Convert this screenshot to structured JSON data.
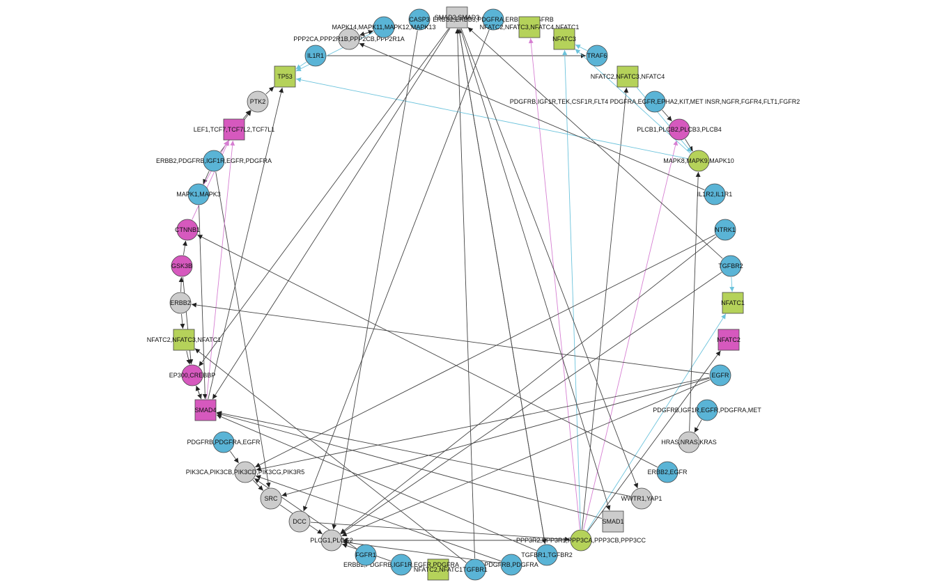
{
  "colors": {
    "blue": "#5ab4d6",
    "green": "#b5d25a",
    "magenta": "#d659be",
    "gray": "#cccccc",
    "edge_dark": "#444444",
    "edge_blue": "#6cc3dc",
    "edge_pink": "#d67fd2",
    "stroke": "#444444"
  },
  "nodes": [
    {
      "id": "casp3",
      "label": "CASP3",
      "shape": "circle",
      "color": "blue"
    },
    {
      "id": "smad23",
      "label": "SMAD2,SMAD3",
      "shape": "square",
      "color": "gray"
    },
    {
      "id": "erbb_multi",
      "label": "ERBB2,ERBB3,PDGFRA,ERBB4,PDGFRB",
      "shape": "circle",
      "color": "blue"
    },
    {
      "id": "nfatc_multi_top",
      "label": "NFATC2,NFATC3,NFATC4,NFATC1",
      "shape": "square",
      "color": "green"
    },
    {
      "id": "nfatc3",
      "label": "NFATC3",
      "shape": "square",
      "color": "green"
    },
    {
      "id": "traf6",
      "label": "TRAF6",
      "shape": "circle",
      "color": "blue"
    },
    {
      "id": "nfatc234",
      "label": "NFATC2,NFATC3,NFATC4",
      "shape": "square",
      "color": "green"
    },
    {
      "id": "rtk_big",
      "label": "PDGFRB,IGF1R,TEK,CSF1R,FLT4 PDGFRA,EGFR,EPHA2,KIT,MET INSR,NGFR,FGFR4,FLT1,FGFR2",
      "shape": "circle",
      "color": "blue"
    },
    {
      "id": "plcb",
      "label": "PLCB1,PLCB2,PLCB3,PLCB4",
      "shape": "circle",
      "color": "magenta"
    },
    {
      "id": "mapk8",
      "label": "MAPK8,MAPK9,MAPK10",
      "shape": "circle",
      "color": "green"
    },
    {
      "id": "il1r2",
      "label": "IL1R2,IL1R1",
      "shape": "circle",
      "color": "blue"
    },
    {
      "id": "ntrk1",
      "label": "NTRK1",
      "shape": "circle",
      "color": "blue"
    },
    {
      "id": "tgfbr2",
      "label": "TGFBR2",
      "shape": "circle",
      "color": "blue"
    },
    {
      "id": "nfatc1",
      "label": "NFATC1",
      "shape": "square",
      "color": "green"
    },
    {
      "id": "nfatc2",
      "label": "NFATC2",
      "shape": "square",
      "color": "magenta"
    },
    {
      "id": "egfr",
      "label": "EGFR",
      "shape": "circle",
      "color": "blue"
    },
    {
      "id": "rtk5",
      "label": "PDGFRB,IGF1R,EGFR,PDGFRA,MET",
      "shape": "circle",
      "color": "blue"
    },
    {
      "id": "hras",
      "label": "HRAS,NRAS,KRAS",
      "shape": "circle",
      "color": "gray"
    },
    {
      "id": "erbb2_egfr",
      "label": "ERBB2,EGFR",
      "shape": "circle",
      "color": "blue"
    },
    {
      "id": "wwtr1",
      "label": "WWTR1,YAP1",
      "shape": "circle",
      "color": "gray"
    },
    {
      "id": "smad1",
      "label": "SMAD1",
      "shape": "square",
      "color": "gray"
    },
    {
      "id": "ppp3",
      "label": "PPP3R2,PPP3R1,PPP3CA,PPP3CB,PPP3CC",
      "shape": "circle",
      "color": "green"
    },
    {
      "id": "tgfbr1_2",
      "label": "TGFBR1,TGFBR2",
      "shape": "circle",
      "color": "blue"
    },
    {
      "id": "pdgfrb_a",
      "label": "PDGFRB,PDGFRA",
      "shape": "circle",
      "color": "blue"
    },
    {
      "id": "tgfbr1",
      "label": "TGFBR1",
      "shape": "circle",
      "color": "blue"
    },
    {
      "id": "nfatc21",
      "label": "NFATC2,NFATC1",
      "shape": "square",
      "color": "green"
    },
    {
      "id": "erbb2_multi_b",
      "label": "ERBB2,PDGFRB,IGF1R,EGFR,PDGFRA",
      "shape": "circle",
      "color": "blue"
    },
    {
      "id": "fgfr1",
      "label": "FGFR1",
      "shape": "circle",
      "color": "blue"
    },
    {
      "id": "plcg",
      "label": "PLCG1,PLCG2",
      "shape": "circle",
      "color": "gray"
    },
    {
      "id": "dcc",
      "label": "DCC",
      "shape": "circle",
      "color": "gray"
    },
    {
      "id": "src",
      "label": "SRC",
      "shape": "circle",
      "color": "gray"
    },
    {
      "id": "pik3",
      "label": "PIK3CA,PIK3CB,PIK3CD,PIK3CG,PIK3R5",
      "shape": "circle",
      "color": "gray"
    },
    {
      "id": "pdgfrb_a_egfr",
      "label": "PDGFRB,PDGFRA,EGFR",
      "shape": "circle",
      "color": "blue"
    },
    {
      "id": "smad4",
      "label": "SMAD4",
      "shape": "square",
      "color": "magenta"
    },
    {
      "id": "ep300",
      "label": "EP300,CREBBP",
      "shape": "circle",
      "color": "magenta"
    },
    {
      "id": "nfatc231",
      "label": "NFATC2,NFATC3,NFATC1",
      "shape": "square",
      "color": "green"
    },
    {
      "id": "erbb2",
      "label": "ERBB2",
      "shape": "circle",
      "color": "gray"
    },
    {
      "id": "gsk3b",
      "label": "GSK3B",
      "shape": "circle",
      "color": "magenta"
    },
    {
      "id": "ctnnb1",
      "label": "CTNNB1",
      "shape": "circle",
      "color": "magenta"
    },
    {
      "id": "mapk13",
      "label": "MAPK1,MAPK3",
      "shape": "circle",
      "color": "blue"
    },
    {
      "id": "erbb2_igf1r",
      "label": "ERBB2,PDGFRB,IGF1R,EGFR,PDGFRA",
      "shape": "circle",
      "color": "blue"
    },
    {
      "id": "lef1",
      "label": "LEF1,TCF7,TCF7L2,TCF7L1",
      "shape": "square",
      "color": "magenta"
    },
    {
      "id": "ptk2",
      "label": "PTK2",
      "shape": "circle",
      "color": "gray"
    },
    {
      "id": "tp53",
      "label": "TP53",
      "shape": "square",
      "color": "green"
    },
    {
      "id": "il1r1",
      "label": "IL1R1",
      "shape": "circle",
      "color": "blue"
    },
    {
      "id": "ppp2",
      "label": "PPP2CA,PPP2R1B,PPP2CB,PPP2R1A",
      "shape": "circle",
      "color": "gray"
    },
    {
      "id": "mapk14",
      "label": "MAPK14,MAPK11,MAPK12,MAPK13",
      "shape": "circle",
      "color": "blue"
    }
  ],
  "edges": [
    {
      "from": "il1r1",
      "to": "traf6",
      "color": "edge_dark"
    },
    {
      "from": "mapk14",
      "to": "ppp2",
      "color": "edge_dark"
    },
    {
      "from": "ppp2",
      "to": "mapk14",
      "color": "edge_dark"
    },
    {
      "from": "mapk14",
      "to": "tp53",
      "color": "edge_blue"
    },
    {
      "from": "il1r1",
      "to": "tp53",
      "color": "edge_blue"
    },
    {
      "from": "ptk2",
      "to": "tp53",
      "color": "edge_dark"
    },
    {
      "from": "erbb2_igf1r",
      "to": "ptk2",
      "color": "edge_dark"
    },
    {
      "from": "erbb2_igf1r",
      "to": "mapk13",
      "color": "edge_dark"
    },
    {
      "from": "erbb2_igf1r",
      "to": "src",
      "color": "edge_dark"
    },
    {
      "from": "mapk13",
      "to": "lef1",
      "color": "edge_pink"
    },
    {
      "from": "mapk13",
      "to": "smad4",
      "color": "edge_dark"
    },
    {
      "from": "ctnnb1",
      "to": "lef1",
      "color": "edge_pink"
    },
    {
      "from": "gsk3b",
      "to": "ctnnb1",
      "color": "edge_dark"
    },
    {
      "from": "gsk3b",
      "to": "ep300",
      "color": "edge_dark"
    },
    {
      "from": "erbb2",
      "to": "nfatc231",
      "color": "edge_dark"
    },
    {
      "from": "erbb2",
      "to": "gsk3b",
      "color": "edge_dark"
    },
    {
      "from": "nfatc231",
      "to": "ep300",
      "color": "edge_dark"
    },
    {
      "from": "ep300",
      "to": "smad4",
      "color": "edge_dark"
    },
    {
      "from": "smad4",
      "to": "ep300",
      "color": "edge_dark"
    },
    {
      "from": "smad4",
      "to": "tp53",
      "color": "edge_dark"
    },
    {
      "from": "smad4",
      "to": "lef1",
      "color": "edge_pink"
    },
    {
      "from": "pdgfrb_a_egfr",
      "to": "pik3",
      "color": "edge_dark"
    },
    {
      "from": "pik3",
      "to": "src",
      "color": "edge_dark"
    },
    {
      "from": "src",
      "to": "plcg",
      "color": "edge_dark"
    },
    {
      "from": "dcc",
      "to": "ppp3",
      "color": "edge_dark"
    },
    {
      "from": "fgfr1",
      "to": "pik3",
      "color": "edge_dark"
    },
    {
      "from": "erbb2_multi_b",
      "to": "plcg",
      "color": "edge_dark"
    },
    {
      "from": "tgfbr1",
      "to": "smad23",
      "color": "edge_dark"
    },
    {
      "from": "tgfbr1",
      "to": "nfatc231",
      "color": "edge_dark"
    },
    {
      "from": "pdgfrb_a",
      "to": "pik3",
      "color": "edge_dark"
    },
    {
      "from": "pdgfrb_a",
      "to": "plcg",
      "color": "edge_dark"
    },
    {
      "from": "tgfbr1_2",
      "to": "smad23",
      "color": "edge_dark"
    },
    {
      "from": "tgfbr1_2",
      "to": "smad4",
      "color": "edge_dark"
    },
    {
      "from": "ppp3",
      "to": "nfatc1",
      "color": "edge_blue"
    },
    {
      "from": "ppp3",
      "to": "nfatc3",
      "color": "edge_blue"
    },
    {
      "from": "ppp3",
      "to": "nfatc_multi_top",
      "color": "edge_pink"
    },
    {
      "from": "ppp3",
      "to": "plcb",
      "color": "edge_pink"
    },
    {
      "from": "ppp3",
      "to": "nfatc234",
      "color": "edge_dark"
    },
    {
      "from": "ppp3",
      "to": "nfatc2",
      "color": "edge_dark"
    },
    {
      "from": "ppp3",
      "to": "plcg",
      "color": "edge_dark"
    },
    {
      "from": "smad1",
      "to": "smad4",
      "color": "edge_dark"
    },
    {
      "from": "wwtr1",
      "to": "smad4",
      "color": "edge_dark"
    },
    {
      "from": "erbb2_egfr",
      "to": "ctnnb1",
      "color": "edge_dark"
    },
    {
      "from": "hras",
      "to": "mapk8",
      "color": "edge_dark"
    },
    {
      "from": "rtk5",
      "to": "hras",
      "color": "edge_dark"
    },
    {
      "from": "egfr",
      "to": "erbb2",
      "color": "edge_dark"
    },
    {
      "from": "egfr",
      "to": "pik3",
      "color": "edge_dark"
    },
    {
      "from": "egfr",
      "to": "src",
      "color": "edge_dark"
    },
    {
      "from": "egfr",
      "to": "plcg",
      "color": "edge_dark"
    },
    {
      "from": "tgfbr2",
      "to": "nfatc1",
      "color": "edge_blue"
    },
    {
      "from": "tgfbr2",
      "to": "smad23",
      "color": "edge_dark"
    },
    {
      "from": "tgfbr2",
      "to": "plcg",
      "color": "edge_dark"
    },
    {
      "from": "ntrk1",
      "to": "pik3",
      "color": "edge_dark"
    },
    {
      "from": "ntrk1",
      "to": "plcg",
      "color": "edge_dark"
    },
    {
      "from": "mapk8",
      "to": "tp53",
      "color": "edge_blue"
    },
    {
      "from": "mapk8",
      "to": "nfatc3",
      "color": "edge_blue"
    },
    {
      "from": "rtk_big",
      "to": "plcb",
      "color": "edge_dark"
    },
    {
      "from": "plcb",
      "to": "mapk8",
      "color": "edge_dark"
    },
    {
      "from": "nfatc234",
      "to": "mapk8",
      "color": "edge_blue"
    },
    {
      "from": "traf6",
      "to": "nfatc3",
      "color": "edge_blue"
    },
    {
      "from": "casp3",
      "to": "plcg",
      "color": "edge_dark"
    },
    {
      "from": "erbb_multi",
      "to": "dcc",
      "color": "edge_dark"
    },
    {
      "from": "smad23",
      "to": "smad4",
      "color": "edge_dark"
    },
    {
      "from": "smad23",
      "to": "ep300",
      "color": "edge_dark"
    },
    {
      "from": "smad23",
      "to": "wwtr1",
      "color": "edge_dark"
    },
    {
      "from": "smad23",
      "to": "smad1",
      "color": "edge_dark"
    },
    {
      "from": "il1r2",
      "to": "ppp2",
      "color": "edge_dark"
    },
    {
      "from": "smad23",
      "to": "tgfbr1_2",
      "color": "edge_dark"
    },
    {
      "from": "lef1",
      "to": "ptk2",
      "color": "edge_dark"
    }
  ]
}
